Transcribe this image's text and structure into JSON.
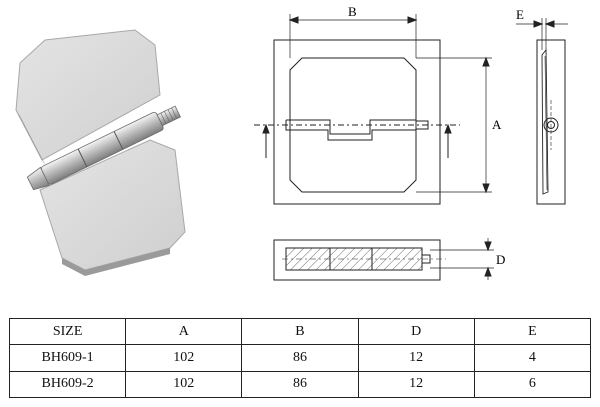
{
  "dimension_labels": {
    "a": "A",
    "b": "B",
    "d": "D",
    "e": "E"
  },
  "table": {
    "headers": [
      "SIZE",
      "A",
      "B",
      "D",
      "E"
    ],
    "rows": [
      [
        "BH609-1",
        "102",
        "86",
        "12",
        "4"
      ],
      [
        "BH609-2",
        "102",
        "86",
        "12",
        "6"
      ]
    ]
  }
}
